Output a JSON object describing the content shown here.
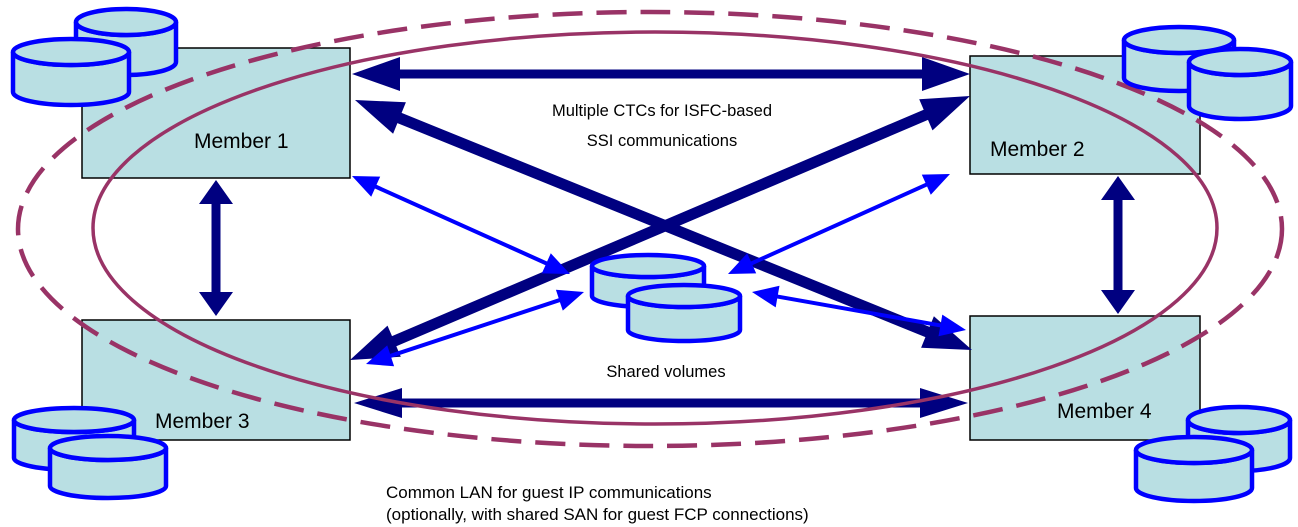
{
  "colors": {
    "member_fill": "#b9dfe3",
    "member_stroke": "#000000",
    "disk_fill": "#b9dfe3",
    "disk_stroke": "#0000ff",
    "ctc_arrow": "#000080",
    "volume_arrow": "#0000ff",
    "ellipse": "#993366"
  },
  "members": [
    {
      "id": "member-1",
      "label": "Member 1"
    },
    {
      "id": "member-2",
      "label": "Member 2"
    },
    {
      "id": "member-3",
      "label": "Member 3"
    },
    {
      "id": "member-4",
      "label": "Member 4"
    }
  ],
  "ctc_label": {
    "line1": "Multiple CTCs for ISFC-based",
    "line2": "SSI communications"
  },
  "shared_volumes_label": "Shared volumes",
  "lan_label": {
    "line1": "Common LAN for guest IP communications",
    "line2": "(optionally, with shared SAN for guest FCP connections)"
  },
  "icons": {
    "disk": "disk-stack-icon",
    "ctc_link": "double-headed-arrow-icon",
    "volume_link": "double-headed-arrow-icon"
  }
}
